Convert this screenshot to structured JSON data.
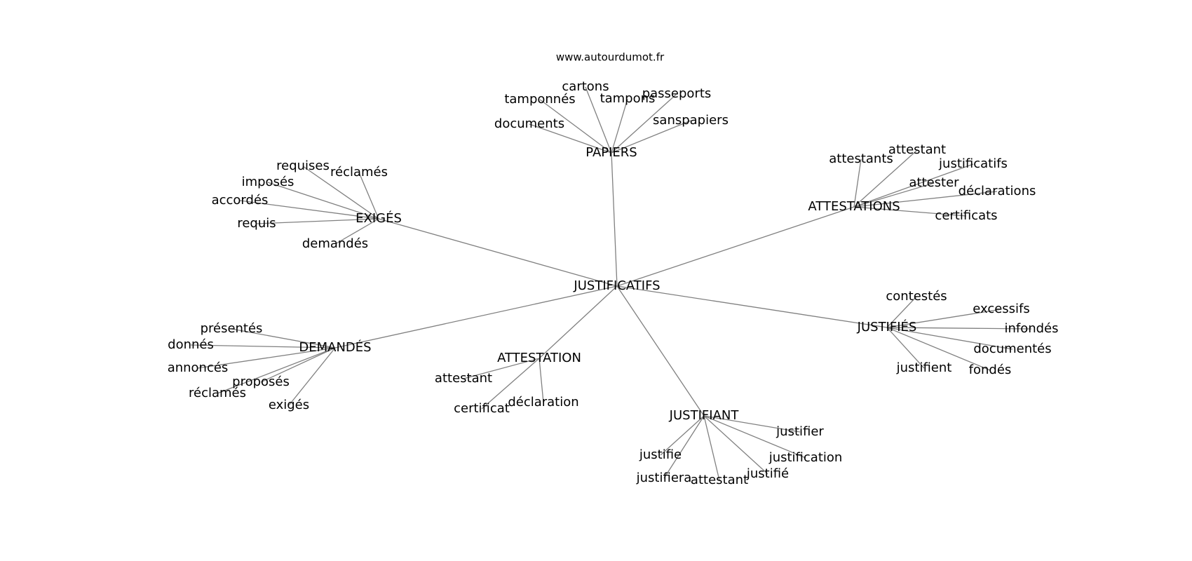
{
  "site": "www.autourdumot.fr",
  "graph": {
    "center": "JUSTIFICATIFS",
    "hubs": [
      {
        "label": "PAPIERS",
        "leaves": [
          "cartons",
          "tamponnés",
          "tampons",
          "passeports",
          "documents",
          "sanspapiers"
        ]
      },
      {
        "label": "ATTESTATIONS",
        "leaves": [
          "attestant",
          "attestants",
          "justificatifs",
          "attester",
          "déclarations",
          "certificats"
        ]
      },
      {
        "label": "EXIGÉS",
        "leaves": [
          "requises",
          "réclamés",
          "imposés",
          "accordés",
          "requis",
          "demandés"
        ]
      },
      {
        "label": "JUSTIFIÉS",
        "leaves": [
          "contestés",
          "excessifs",
          "infondés",
          "documentés",
          "justifient",
          "fondés"
        ]
      },
      {
        "label": "DEMANDÉS",
        "leaves": [
          "présentés",
          "donnés",
          "annoncés",
          "proposés",
          "réclamés",
          "exigés"
        ]
      },
      {
        "label": "ATTESTATION",
        "leaves": [
          "attestant",
          "certificat",
          "déclaration"
        ]
      },
      {
        "label": "JUSTIFIANT",
        "leaves": [
          "justifier",
          "justifie",
          "justification",
          "justifié",
          "justifiera",
          "attestant"
        ]
      }
    ]
  }
}
